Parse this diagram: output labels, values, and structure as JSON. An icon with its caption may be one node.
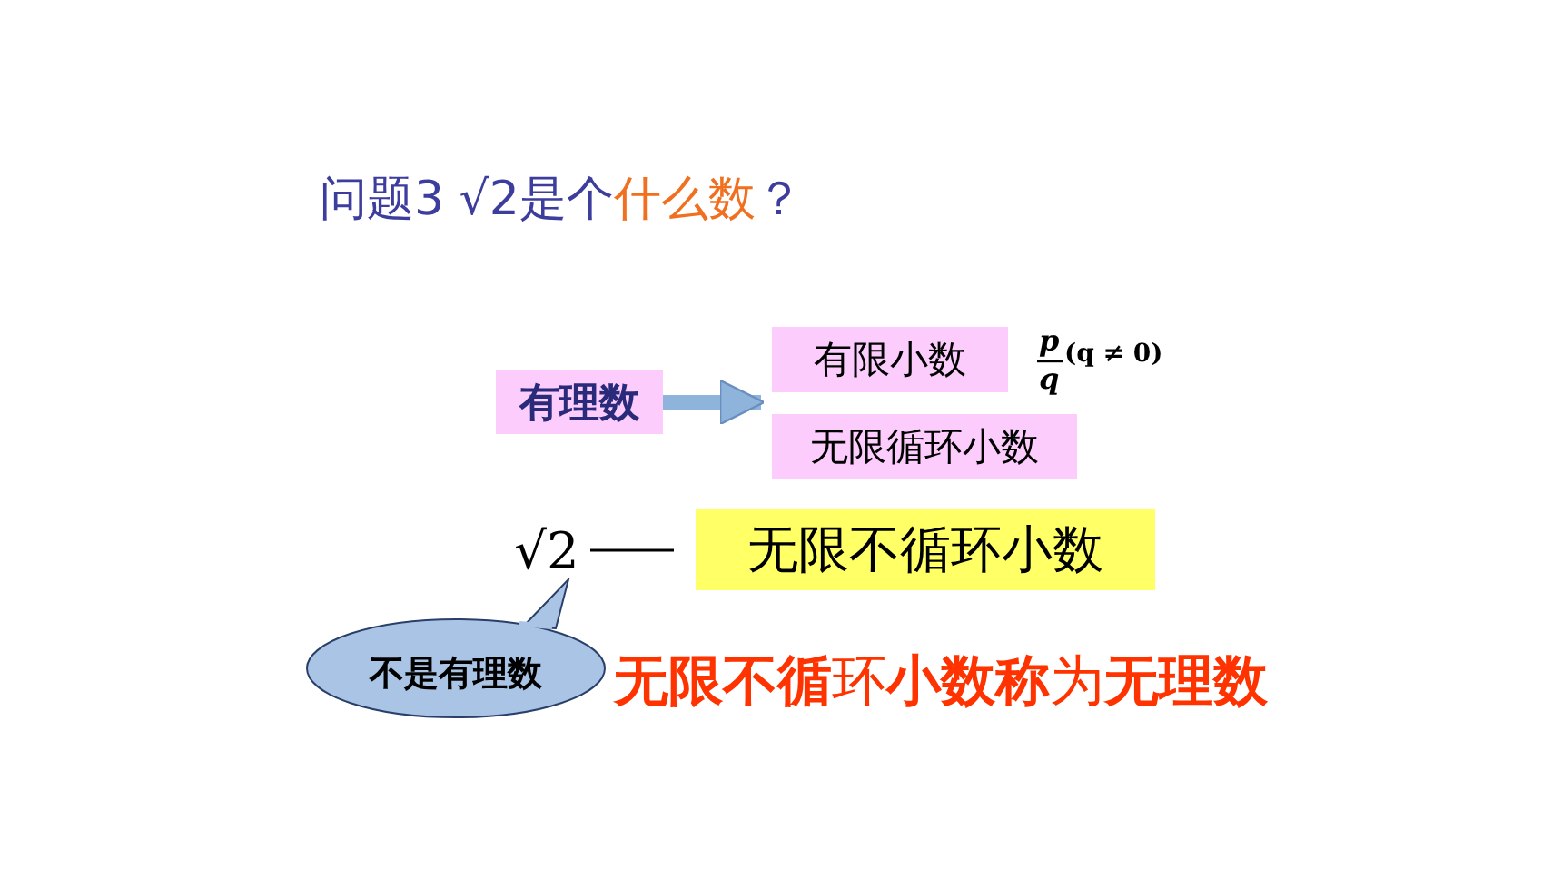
{
  "diagram": {
    "title": "问题3 √2是个**什么数**？",
    "nodes": [
      {
        "text": [
          "有理数"
        ]
      },
      {
        "text": [
          "有限小数"
        ]
      },
      {
        "text": [
          "无限循环小数"
        ]
      },
      {
        "text": [
          "√2"
        ]
      },
      {
        "text": [
          "无限不循环小数"
        ]
      },
      {
        "text": [
          "不是有理数"
        ]
      }
    ],
    "edges": [
      {
        "from": 0,
        "to": 1,
        "arrow": "to",
        "color": "#8fb4dc"
      },
      {
        "from": 0,
        "to": 2,
        "arrow": "to",
        "color": "#8fb4dc"
      },
      {
        "from": 3,
        "to": 4,
        "arrow": "none",
        "color": "#000000"
      }
    ],
    "labels": [
      "p",
      "q",
      "(q ≠ 0)",
      "**无限不循**环**小数称**为**无理数**"
    ]
  }
}
